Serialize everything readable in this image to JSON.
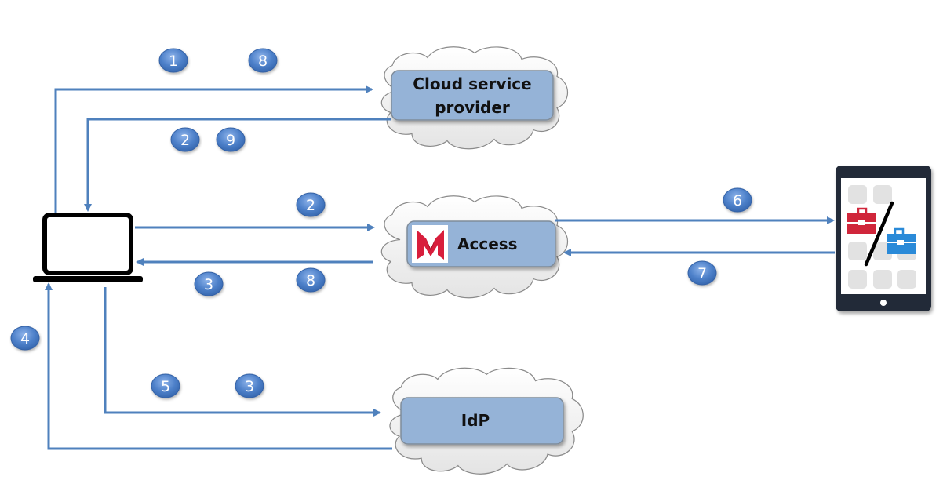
{
  "colors": {
    "arrow": "#4f81bd",
    "box_fill": "#95b3d7",
    "box_stroke": "#7f8c9a",
    "badge_fill": "#4a7ec7",
    "device": "#232b38",
    "briefcase_red": "#d0263a",
    "briefcase_blue": "#2a8ad8",
    "logo_red": "#d81e3c"
  },
  "nodes": {
    "cloud_service_provider": {
      "label_line1": "Cloud service",
      "label_line2": "provider"
    },
    "access": {
      "label": "Access",
      "logo_icon": "mobileiron-m-logo"
    },
    "idp": {
      "label": "IdP"
    },
    "laptop": {
      "icon": "laptop-icon"
    },
    "tablet": {
      "icon": "tablet-icon",
      "app_icons": [
        "red-briefcase-icon",
        "blue-briefcase-icon"
      ]
    }
  },
  "steps": [
    {
      "id": "b1",
      "label": "1"
    },
    {
      "id": "b8a",
      "label": "8"
    },
    {
      "id": "b2a",
      "label": "2"
    },
    {
      "id": "b9",
      "label": "9"
    },
    {
      "id": "b2b",
      "label": "2"
    },
    {
      "id": "b3a",
      "label": "3"
    },
    {
      "id": "b8b",
      "label": "8"
    },
    {
      "id": "b6",
      "label": "6"
    },
    {
      "id": "b7",
      "label": "7"
    },
    {
      "id": "b4",
      "label": "4"
    },
    {
      "id": "b5",
      "label": "5"
    },
    {
      "id": "b3b",
      "label": "3"
    }
  ]
}
